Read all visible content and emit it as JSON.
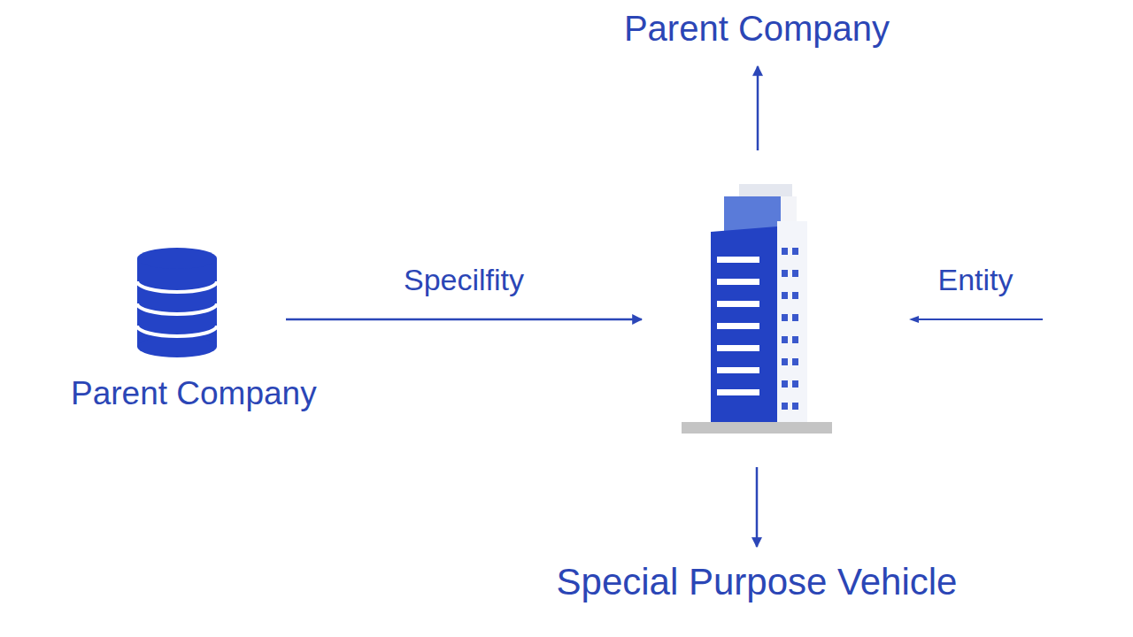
{
  "diagram": {
    "nodes": [
      {
        "text": [
          "Parent Company"
        ]
      },
      {
        "text": [
          "Parent Company"
        ]
      },
      {
        "text": []
      },
      {
        "text": [
          "Special Purpose Vehicle"
        ]
      }
    ],
    "edges": [
      {
        "from": 1,
        "to": 2,
        "label": "Specilfity",
        "arrow": "to"
      },
      {
        "from": 2,
        "to": 0,
        "arrow": "to"
      },
      {
        "from": 2,
        "to": 3,
        "arrow": "to"
      }
    ],
    "labels": [
      "Entity"
    ]
  }
}
